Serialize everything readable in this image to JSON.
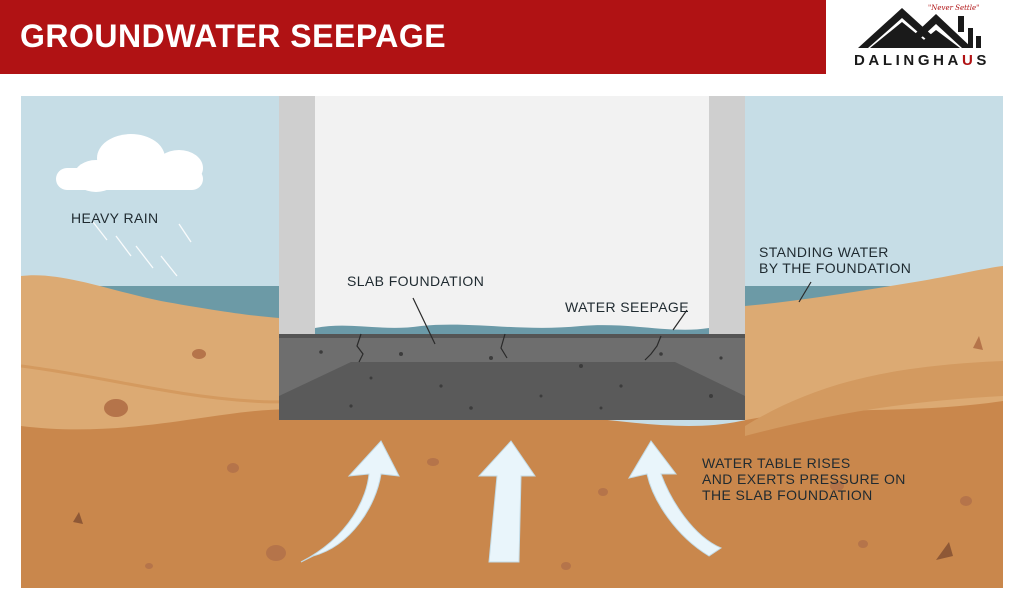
{
  "header": {
    "title": "GROUNDWATER SEEPAGE"
  },
  "logo": {
    "name_part1": "DALINGHA",
    "name_highlight": "U",
    "name_part2": "S",
    "motto": "\"Never Settle\""
  },
  "labels": {
    "heavy_rain": "HEAVY RAIN",
    "slab_foundation": "SLAB FOUNDATION",
    "water_seepage": "WATER SEEPAGE",
    "standing_water_line1": "STANDING WATER",
    "standing_water_line2": "BY THE FOUNDATION",
    "water_table_line1": "WATER TABLE RISES",
    "water_table_line2": "AND EXERTS PRESSURE ON",
    "water_table_line3": "THE SLAB FOUNDATION"
  },
  "colors": {
    "brand_red": "#b01214",
    "sky": "#c6dde6",
    "interior": "#f2f2f2",
    "soil_light": "#dcaa73",
    "soil_dark": "#c9874c",
    "concrete": "#6e6e6e",
    "water": "#5f9aaa"
  }
}
